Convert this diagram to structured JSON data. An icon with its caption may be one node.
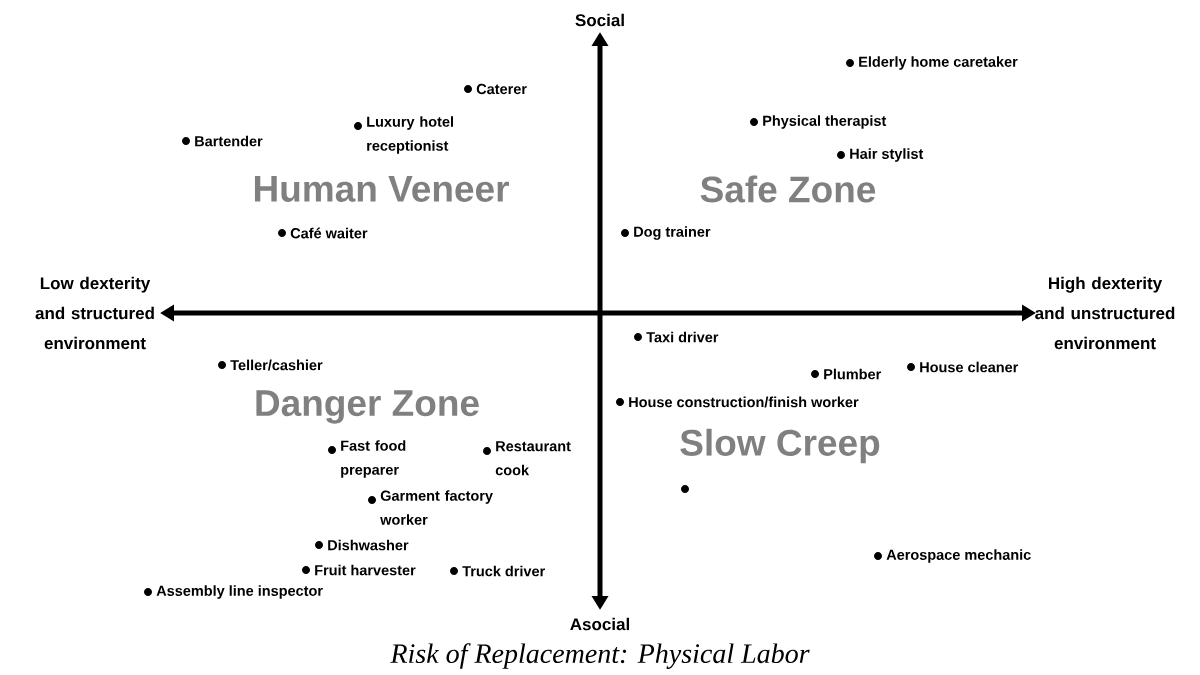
{
  "diagram": {
    "caption": "Risk of Replacement: Physical Labor",
    "labels": [
      "Social",
      "Elderly home caretaker",
      "Caterer",
      "Bartender",
      "Luxury hotel receptionist",
      "Physical therapist",
      "Hair stylist",
      "Human Veneer",
      "Safe Zone",
      "Café waiter",
      "Dog trainer",
      "Low dexterity and structured environment",
      "High dexterity and unstructured environment",
      "Taxi driver",
      "Teller/cashier",
      "Plumber",
      "House cleaner",
      "House construction/finish worker",
      "Danger Zone",
      "Fast food preparer",
      "Restaurant cook",
      "Slow Creep",
      "Garment factory worker",
      "Dishwasher",
      "Aerospace mechanic",
      "Fruit harvester",
      "Truck driver",
      "Assembly line inspector",
      "Asocial"
    ]
  }
}
